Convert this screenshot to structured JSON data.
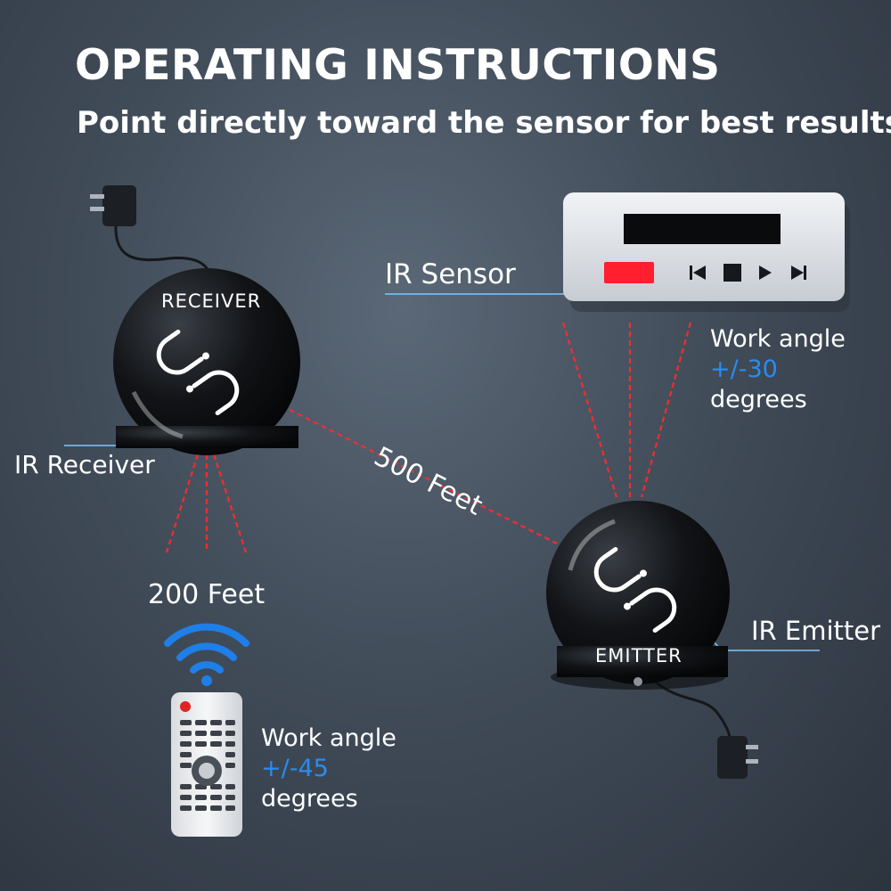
{
  "title": "OPERATING INSTRUCTIONS",
  "subtitle": "Point directly toward the sensor for best results",
  "devices": {
    "receiver_label": "RECEIVER",
    "emitter_label": "EMITTER"
  },
  "labels": {
    "ir_sensor": "IR Sensor",
    "ir_receiver": "IR Receiver",
    "ir_emitter": "IR Emitter",
    "distance_long": "500 Feet",
    "distance_short": "200 Feet"
  },
  "angles": {
    "top": {
      "line1": "Work angle",
      "value": "+/-30",
      "line3": "degrees"
    },
    "bottom": {
      "line1": "Work angle",
      "value": "+/-45",
      "line3": "degrees"
    }
  },
  "colors": {
    "beam": "#ff2a2a",
    "accent": "#2a8cf0",
    "wifi": "#1f7fe8",
    "callout": "#7fc6ff"
  },
  "icons": [
    "link-icon",
    "wifi-icon",
    "remote-control-icon",
    "player-device-icon",
    "usb-plug-icon"
  ]
}
